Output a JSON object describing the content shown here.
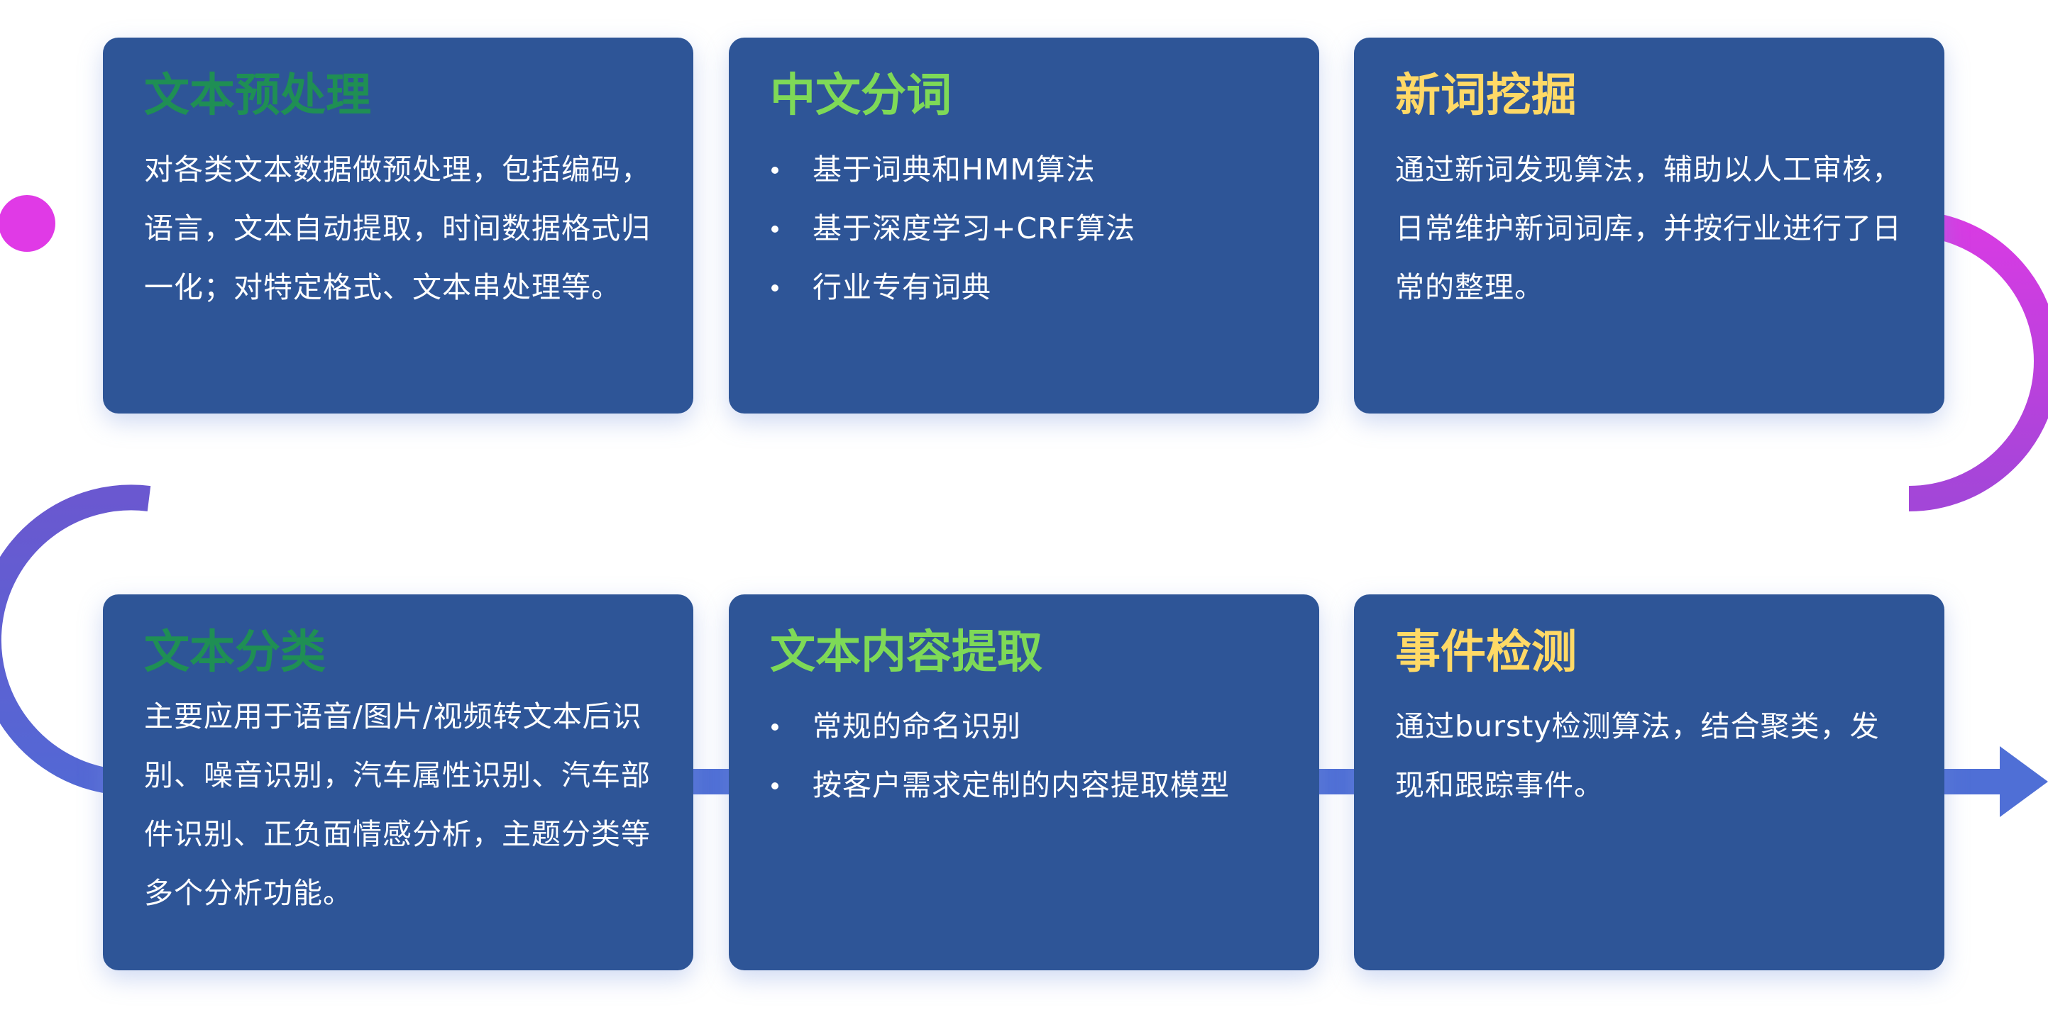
{
  "colors": {
    "card_bg": "#2e5597",
    "title_dark_green": "#1f8f54",
    "title_light_green": "#7ed957",
    "title_yellow": "#ffd966",
    "path_magenta": "#e03ae6",
    "path_purple": "#8a50d0",
    "path_blue": "#4f6fd6"
  },
  "steps": [
    {
      "title": "文本预处理",
      "title_color": "#1f8f54",
      "text": "对各类文本数据做预处理，包括编码，语言，文本自动提取，时间数据格式归一化；对特定格式、文本串处理等。"
    },
    {
      "title": "中文分词",
      "title_color": "#7ed957",
      "bullets": [
        "基于词典和HMM算法",
        "基于深度学习+CRF算法",
        "行业专有词典"
      ]
    },
    {
      "title": "新词挖掘",
      "title_color": "#ffd966",
      "text": "通过新词发现算法，辅助以人工审核，日常维护新词词库，并按行业进行了日常的整理。"
    },
    {
      "title": "文本分类",
      "title_color": "#1f8f54",
      "text": "主要应用于语音/图片/视频转文本后识别、噪音识别，汽车属性识别、汽车部件识别、正负面情感分析，主题分类等多个分析功能。"
    },
    {
      "title": "文本内容提取",
      "title_color": "#7ed957",
      "bullets": [
        "常规的命名识别",
        "按客户需求定制的内容提取模型"
      ]
    },
    {
      "title": "事件检测",
      "title_color": "#ffd966",
      "text": "通过bursty检测算法，结合聚类，发现和跟踪事件。"
    }
  ]
}
